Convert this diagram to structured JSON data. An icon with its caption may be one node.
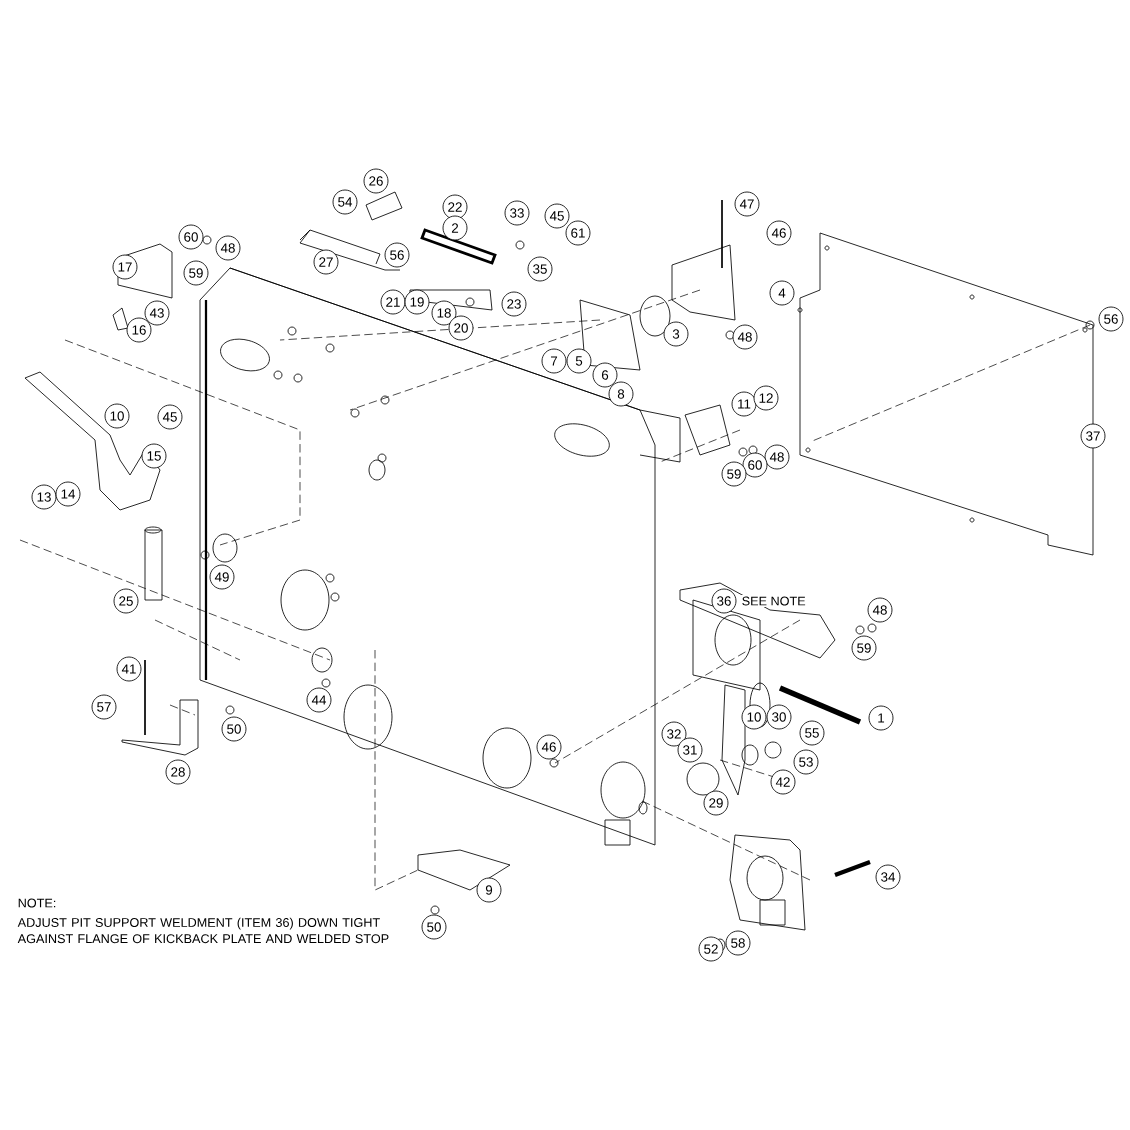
{
  "diagram": {
    "labels": [
      "26",
      "54",
      "22",
      "33",
      "45",
      "47",
      "2",
      "61",
      "46",
      "60",
      "48",
      "17",
      "59",
      "27",
      "56",
      "35",
      "4",
      "21",
      "19",
      "23",
      "18",
      "20",
      "43",
      "56",
      "16",
      "3",
      "48",
      "7",
      "5",
      "6",
      "8",
      "11",
      "12",
      "10",
      "45",
      "15",
      "37",
      "48",
      "60",
      "59",
      "13",
      "14",
      "49",
      "25",
      "36",
      "SEE NOTE",
      "48",
      "59",
      "41",
      "57",
      "44",
      "1",
      "50",
      "10",
      "30",
      "32",
      "55",
      "46",
      "31",
      "53",
      "28",
      "42",
      "29",
      "34",
      "9",
      "50",
      "52",
      "58",
      "NOTE:",
      "ADJUST PIT SUPPORT WELDMENT (ITEM 36) DOWN TIGHT AGAINST FLANGE OF KICKBACK PLATE AND WELDED STOP"
    ]
  }
}
